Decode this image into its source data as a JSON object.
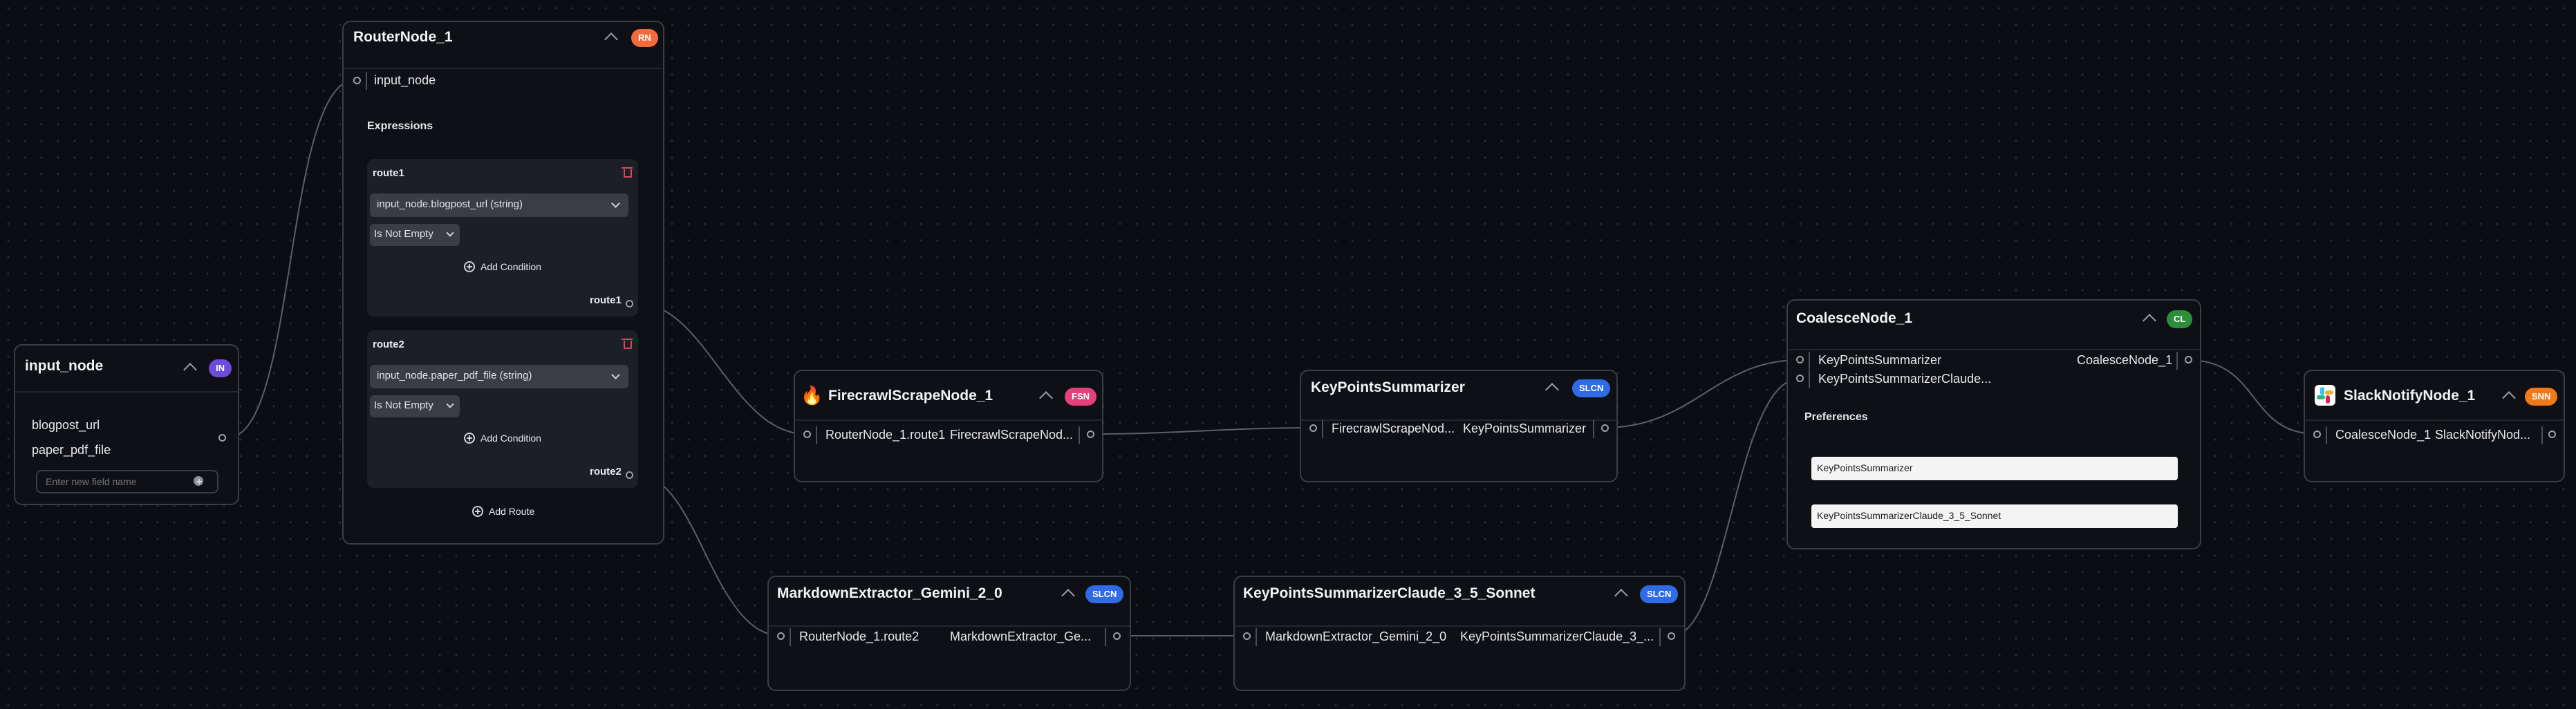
{
  "colors": {
    "canvas": "#0b0d12",
    "node_bg": "#0e1016",
    "node_border": "#3a3d45",
    "edge": "#5b5f68",
    "badge_in": "#6e4bd8",
    "badge_rn": "#f26b3a",
    "badge_fsn": "#e4407a",
    "badge_slcn": "#2f6be6",
    "badge_cl": "#2e8f3a",
    "badge_snn": "#f07a1a"
  },
  "input_node": {
    "title": "input_node",
    "badge": "IN",
    "fields": [
      "blogpost_url",
      "paper_pdf_file"
    ],
    "new_field_placeholder": "Enter new field name"
  },
  "router": {
    "title": "RouterNode_1",
    "badge": "RN",
    "input_label": "input_node",
    "expressions_label": "Expressions",
    "routes": [
      {
        "name": "route1",
        "field": "input_node.blogpost_url (string)",
        "operator": "Is Not Empty",
        "add_condition": "Add Condition",
        "output": "route1"
      },
      {
        "name": "route2",
        "field": "input_node.paper_pdf_file (string)",
        "operator": "Is Not Empty",
        "add_condition": "Add Condition",
        "output": "route2"
      }
    ],
    "add_route": "Add Route"
  },
  "firecrawl": {
    "title": "FirecrawlScrapeNode_1",
    "badge": "FSN",
    "icon": "fire-icon",
    "input": "RouterNode_1.route1",
    "output": "FirecrawlScrapeNod..."
  },
  "keypoints": {
    "title": "KeyPointsSummarizer",
    "badge": "SLCN",
    "input": "FirecrawlScrapeNod...",
    "output": "KeyPointsSummarizer"
  },
  "markdown": {
    "title": "MarkdownExtractor_Gemini_2_0",
    "badge": "SLCN",
    "input": "RouterNode_1.route2",
    "output": "MarkdownExtractor_Ge..."
  },
  "keypoints_claude": {
    "title": "KeyPointsSummarizerClaude_3_5_Sonnet",
    "badge": "SLCN",
    "input": "MarkdownExtractor_Gemini_2_0",
    "output": "KeyPointsSummarizerClaude_3_..."
  },
  "coalesce": {
    "title": "CoalesceNode_1",
    "badge": "CL",
    "inputs": [
      "KeyPointsSummarizer",
      "KeyPointsSummarizerClaude..."
    ],
    "output": "CoalesceNode_1",
    "preferences_label": "Preferences",
    "preferences": [
      "KeyPointsSummarizer",
      "KeyPointsSummarizerClaude_3_5_Sonnet"
    ]
  },
  "slack": {
    "title": "SlackNotifyNode_1",
    "badge": "SNN",
    "icon": "slack-icon",
    "input": "CoalesceNode_1",
    "output": "SlackNotifyNod..."
  }
}
